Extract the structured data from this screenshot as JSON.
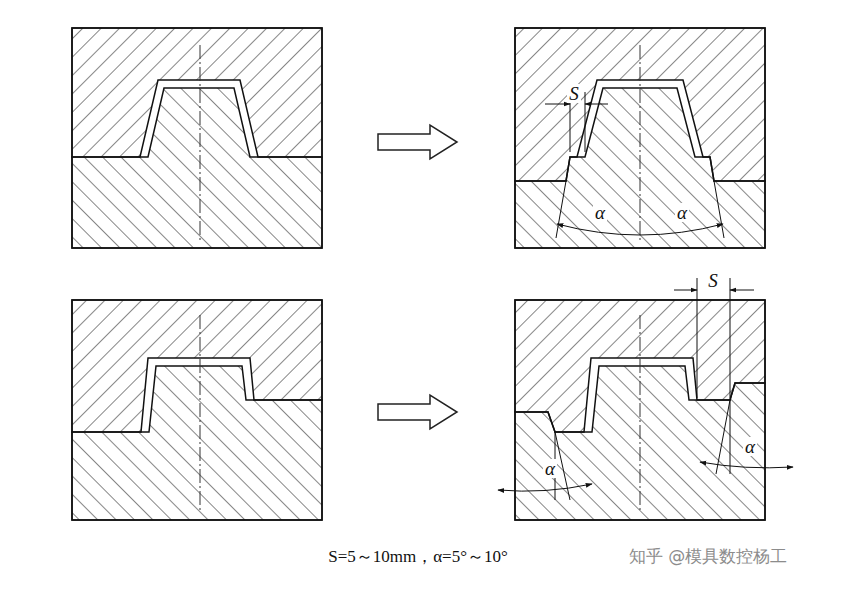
{
  "diagram": {
    "caption": "S=5～10mm，α=5°～10°",
    "labels": [
      "S",
      "α",
      "α",
      "S",
      "α",
      "α",
      "知乎 @模具数控杨工"
    ]
  }
}
